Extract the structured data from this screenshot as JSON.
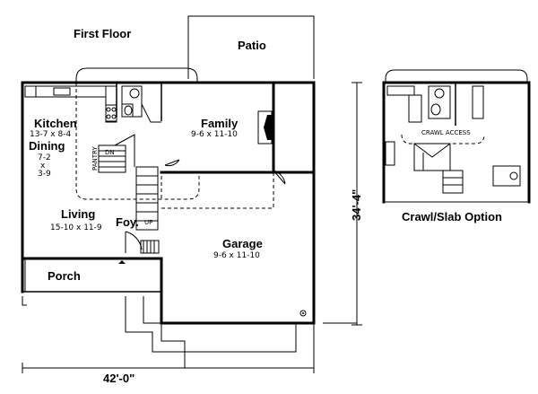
{
  "title": "First Floor",
  "rooms": {
    "patio": "Patio",
    "kitchen": {
      "name": "Kitchen",
      "size": "13-7 x 8-4"
    },
    "dining": {
      "name": "Dining",
      "size_line1": "7-2",
      "size_line2": "x",
      "size_line3": "3-9"
    },
    "family": {
      "name": "Family",
      "size": "9-6 x 11-10"
    },
    "living": {
      "name": "Living",
      "size": "15-10 x 11-9"
    },
    "foyer": "Foy.",
    "garage": {
      "name": "Garage",
      "size": "9-6 x 11-10"
    },
    "porch": "Porch"
  },
  "labels": {
    "pantry": "PANTRY",
    "dn": "DN",
    "up": "UP",
    "crawl_access": "CRAWL ACCESS"
  },
  "dimensions": {
    "width": "42'-0\"",
    "depth": "34'-4\""
  },
  "option": {
    "title": "Crawl/Slab Option"
  }
}
